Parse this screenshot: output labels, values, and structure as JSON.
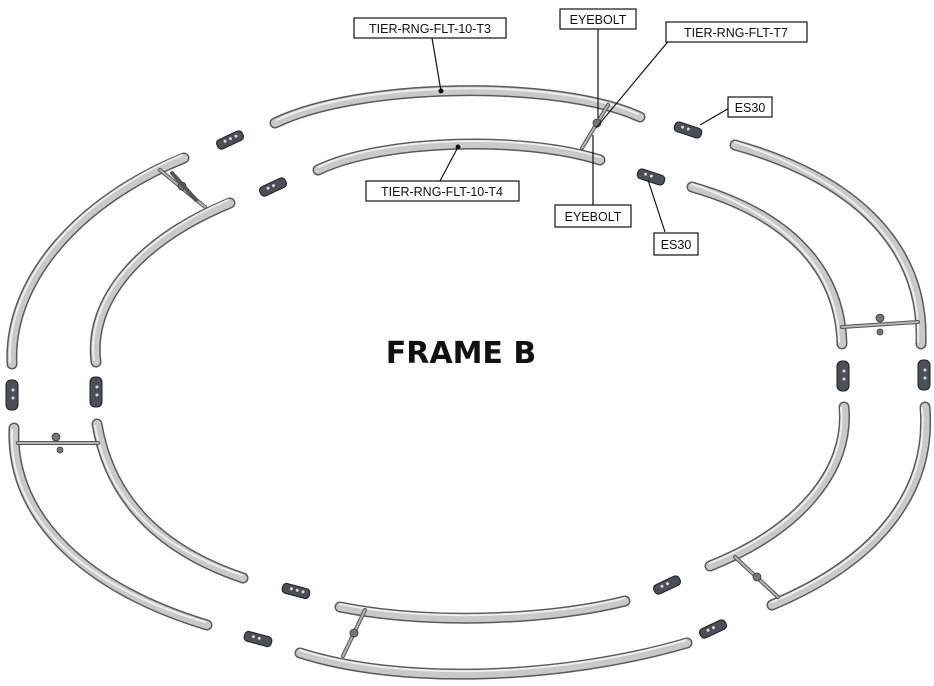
{
  "title": "FRAME B",
  "callouts": {
    "tier_rng_flt_10_t3": "TIER-RNG-FLT-10-T3",
    "eyebolt_top": "EYEBOLT",
    "tier_rng_flt_t7": "TIER-RNG-FLT-T7",
    "es30_top": "ES30",
    "tier_rng_flt_10_t4": "TIER-RNG-FLT-10-T4",
    "eyebolt_bottom": "EYEBOLT",
    "es30_bottom": "ES30"
  },
  "colors": {
    "tube": "#c9c9c9",
    "tube_outline": "#5a5a5a",
    "connector": "#4b4f57"
  }
}
